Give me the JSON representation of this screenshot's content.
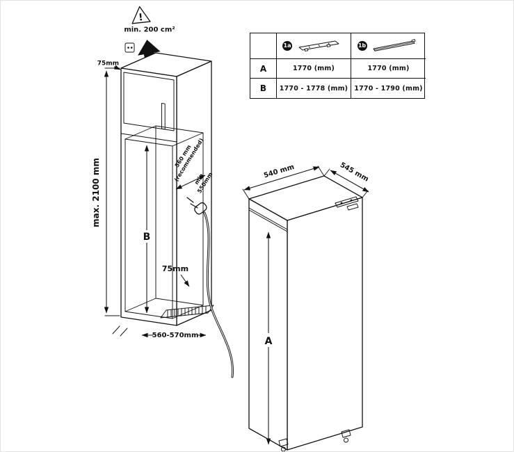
{
  "table": {
    "badges": [
      "1a",
      "1b"
    ],
    "rows": [
      {
        "label": "A",
        "v1": "1770 (mm)",
        "v2": "1770 (mm)"
      },
      {
        "label": "B",
        "v1": "1770 - 1778 (mm)",
        "v2": "1770 - 1790 (mm)"
      }
    ]
  },
  "cabinet": {
    "warning_mark": "!",
    "vent_area": "min. 200 cm²",
    "top_clearance": "75mm",
    "max_height": "max. 2100 mm",
    "niche_height_label": "B",
    "depth_recommended_line1": "560 mm",
    "depth_recommended_line2": "(recommended)",
    "depth_min_line1": "min",
    "depth_min_line2": "550mm",
    "bottom_clearance": "75mm",
    "niche_width": "560-570mm"
  },
  "appliance": {
    "width": "540 mm",
    "depth": "545 mm",
    "height_label": "A"
  }
}
